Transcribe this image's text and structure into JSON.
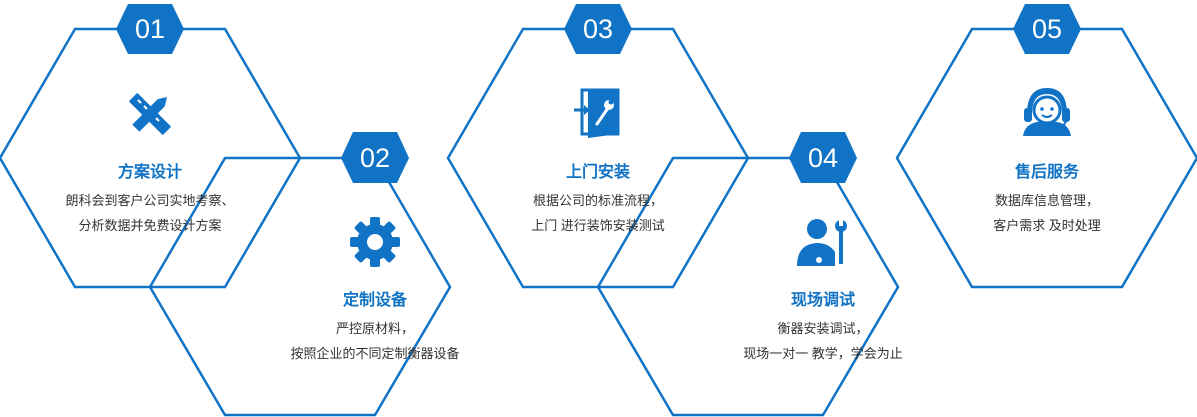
{
  "colors": {
    "accent": "#1173c6",
    "text": "#333333"
  },
  "steps": [
    {
      "number": "01",
      "title": "方案设计",
      "desc_line1": "朗科会到客户公司实地考察、",
      "desc_line2": "分析数据并免费设计方案",
      "icon": "design-tools-icon"
    },
    {
      "number": "02",
      "title": "定制设备",
      "desc_line1": "严控原材料，",
      "desc_line2": "按照企业的不同定制衡器设备",
      "icon": "gear-icon"
    },
    {
      "number": "03",
      "title": "上门安装",
      "desc_line1": "根据公司的标准流程，",
      "desc_line2": "上门 进行装饰安装测试",
      "icon": "door-wrench-icon"
    },
    {
      "number": "04",
      "title": "现场调试",
      "desc_line1": "衡器安装调试，",
      "desc_line2": "现场一对一 教学，学会为止",
      "icon": "worker-wrench-icon"
    },
    {
      "number": "05",
      "title": "售后服务",
      "desc_line1": "数据库信息管理，",
      "desc_line2": "客户需求 及时处理",
      "icon": "headset-agent-icon"
    }
  ]
}
